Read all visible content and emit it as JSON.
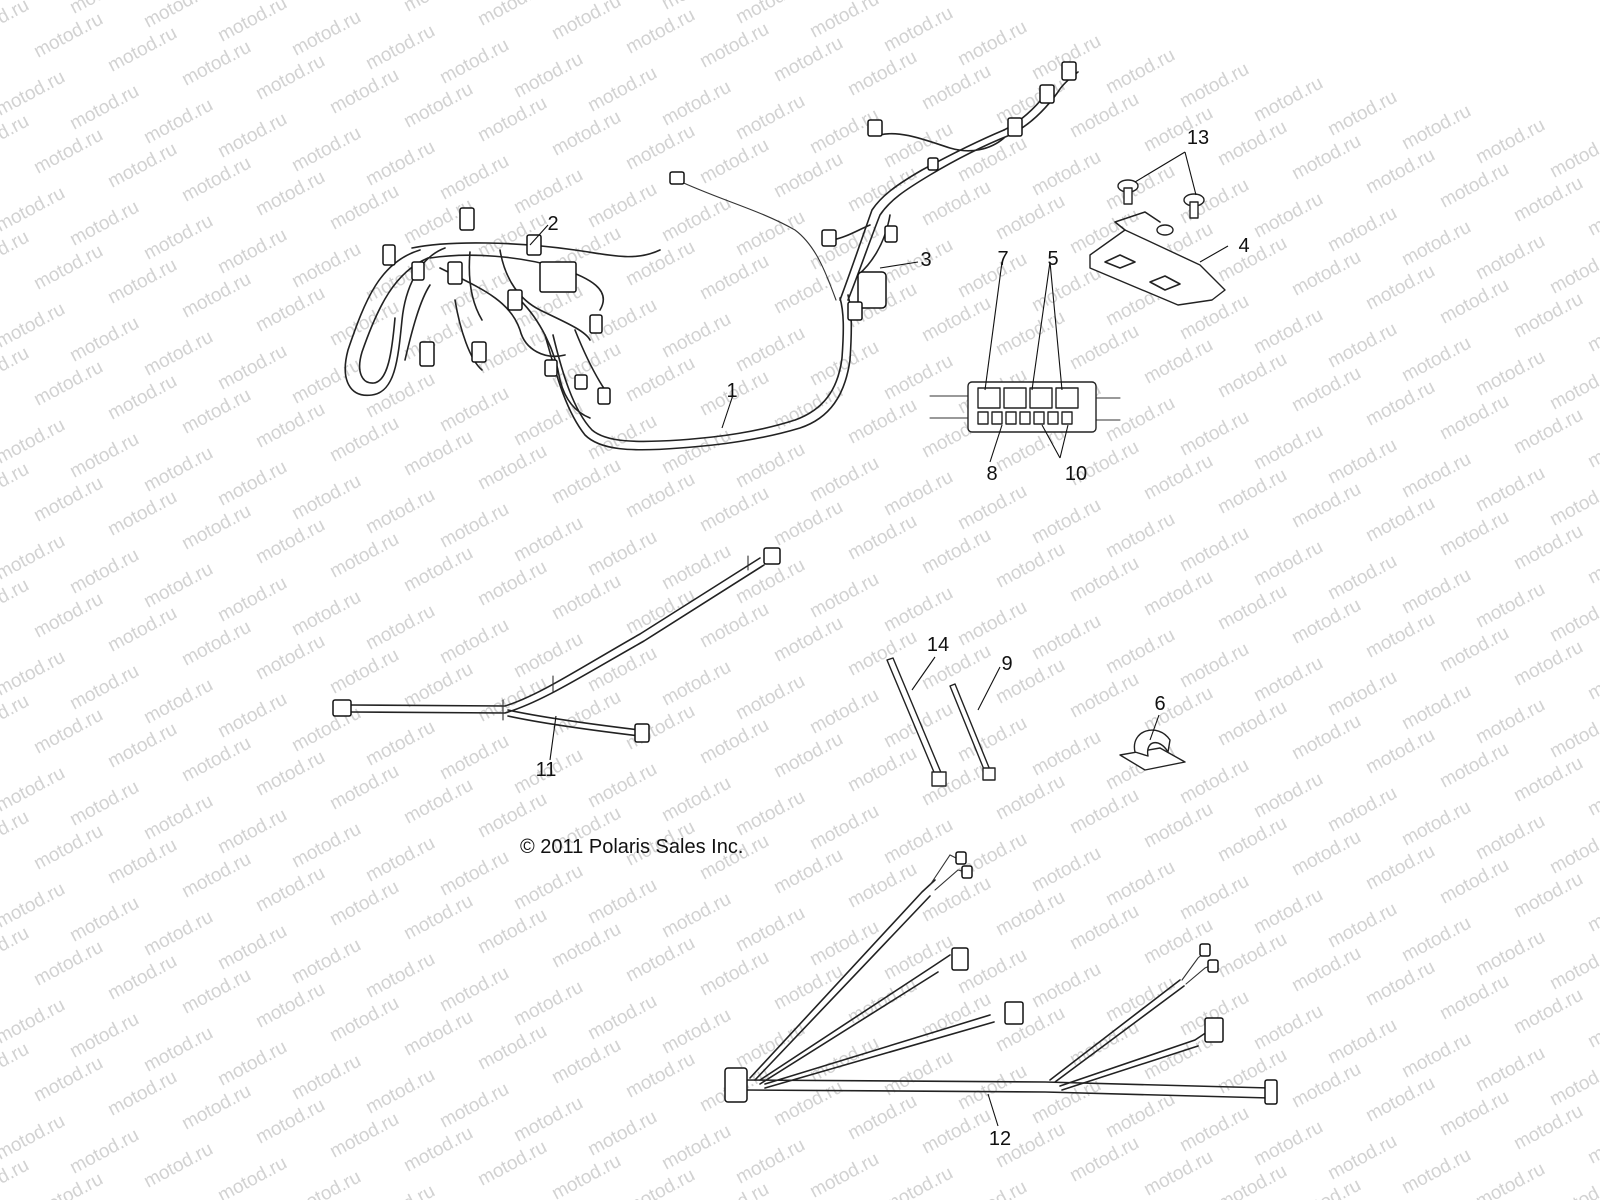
{
  "watermark": {
    "text": "motod.ru",
    "color": "#d2d2d2"
  },
  "copyright": "© 2011 Polaris Sales Inc.",
  "callouts": [
    "1",
    "2",
    "3",
    "4",
    "5",
    "6",
    "7",
    "8",
    "9",
    "10",
    "11",
    "12",
    "13",
    "14"
  ],
  "parts": [
    {
      "id": "main-harness",
      "callout": "1"
    },
    {
      "id": "fuse-box-harness-clip",
      "callout": "2"
    },
    {
      "id": "harness-clip-front",
      "callout": "3"
    },
    {
      "id": "mounting-bracket",
      "callout": "4"
    },
    {
      "id": "relay",
      "callout": "5"
    },
    {
      "id": "adhesive-cable-clip",
      "callout": "6"
    },
    {
      "id": "fuse-box",
      "callout": "7"
    },
    {
      "id": "fuse-small",
      "callout": "8"
    },
    {
      "id": "cable-tie-short",
      "callout": "9"
    },
    {
      "id": "fuse-large",
      "callout": "10"
    },
    {
      "id": "rear-harness",
      "callout": "11"
    },
    {
      "id": "accessory-harness",
      "callout": "12"
    },
    {
      "id": "push-rivets",
      "callout": "13"
    },
    {
      "id": "cable-tie-long",
      "callout": "14"
    }
  ]
}
